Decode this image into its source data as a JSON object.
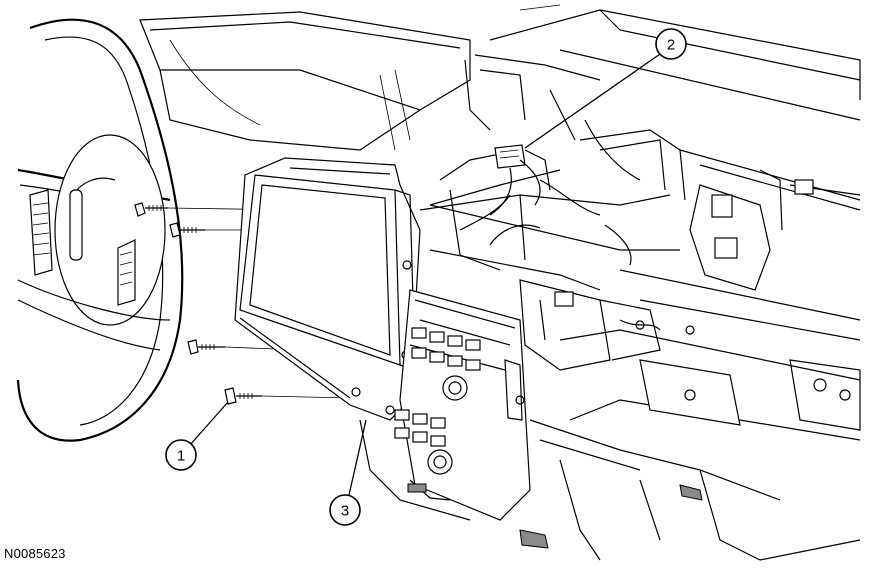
{
  "figure_id": "N0085623",
  "callouts": [
    {
      "label": "1"
    },
    {
      "label": "2"
    },
    {
      "label": "3"
    }
  ]
}
